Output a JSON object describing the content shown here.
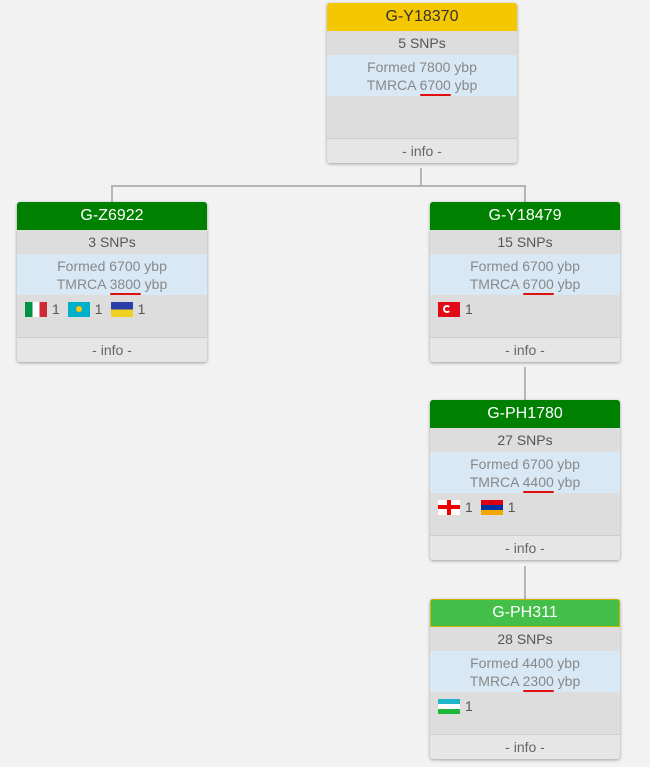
{
  "nodes": {
    "y18370": {
      "name": "G-Y18370",
      "snps": "5 SNPs",
      "formed_label": "Formed",
      "formed": "7800",
      "tmrca_label": "TMRCA",
      "tmrca": "6700",
      "unit": "ybp",
      "info": "- info -"
    },
    "z6922": {
      "name": "G-Z6922",
      "snps": "3 SNPs",
      "formed_label": "Formed",
      "formed": "6700",
      "tmrca_label": "TMRCA",
      "tmrca": "3800",
      "unit": "ybp",
      "info": "- info -",
      "flags": [
        {
          "icon": "italy-flag-icon",
          "count": "1"
        },
        {
          "icon": "kazakhstan-flag-icon",
          "count": "1"
        },
        {
          "icon": "russia-flag-icon",
          "count": "1"
        }
      ]
    },
    "y18479": {
      "name": "G-Y18479",
      "snps": "15 SNPs",
      "formed_label": "Formed",
      "formed": "6700",
      "tmrca_label": "TMRCA",
      "tmrca": "6700",
      "unit": "ybp",
      "info": "- info -",
      "flags": [
        {
          "icon": "turkey-flag-icon",
          "count": "1"
        }
      ]
    },
    "ph1780": {
      "name": "G-PH1780",
      "snps": "27 SNPs",
      "formed_label": "Formed",
      "formed": "6700",
      "tmrca_label": "TMRCA",
      "tmrca": "4400",
      "unit": "ybp",
      "info": "- info -",
      "flags": [
        {
          "icon": "georgia-flag-icon",
          "count": "1"
        },
        {
          "icon": "armenia-flag-icon",
          "count": "1"
        }
      ]
    },
    "ph311": {
      "name": "G-PH311",
      "snps": "28 SNPs",
      "formed_label": "Formed",
      "formed": "4400",
      "tmrca_label": "TMRCA",
      "tmrca": "2300",
      "unit": "ybp",
      "info": "- info -",
      "flags": [
        {
          "icon": "uzbekistan-flag-icon",
          "count": "1"
        }
      ]
    }
  },
  "colors": {
    "root_header": "#f4c700",
    "node_header": "#008000",
    "leaf_header": "#44bf4a",
    "underline": "#e01010"
  }
}
